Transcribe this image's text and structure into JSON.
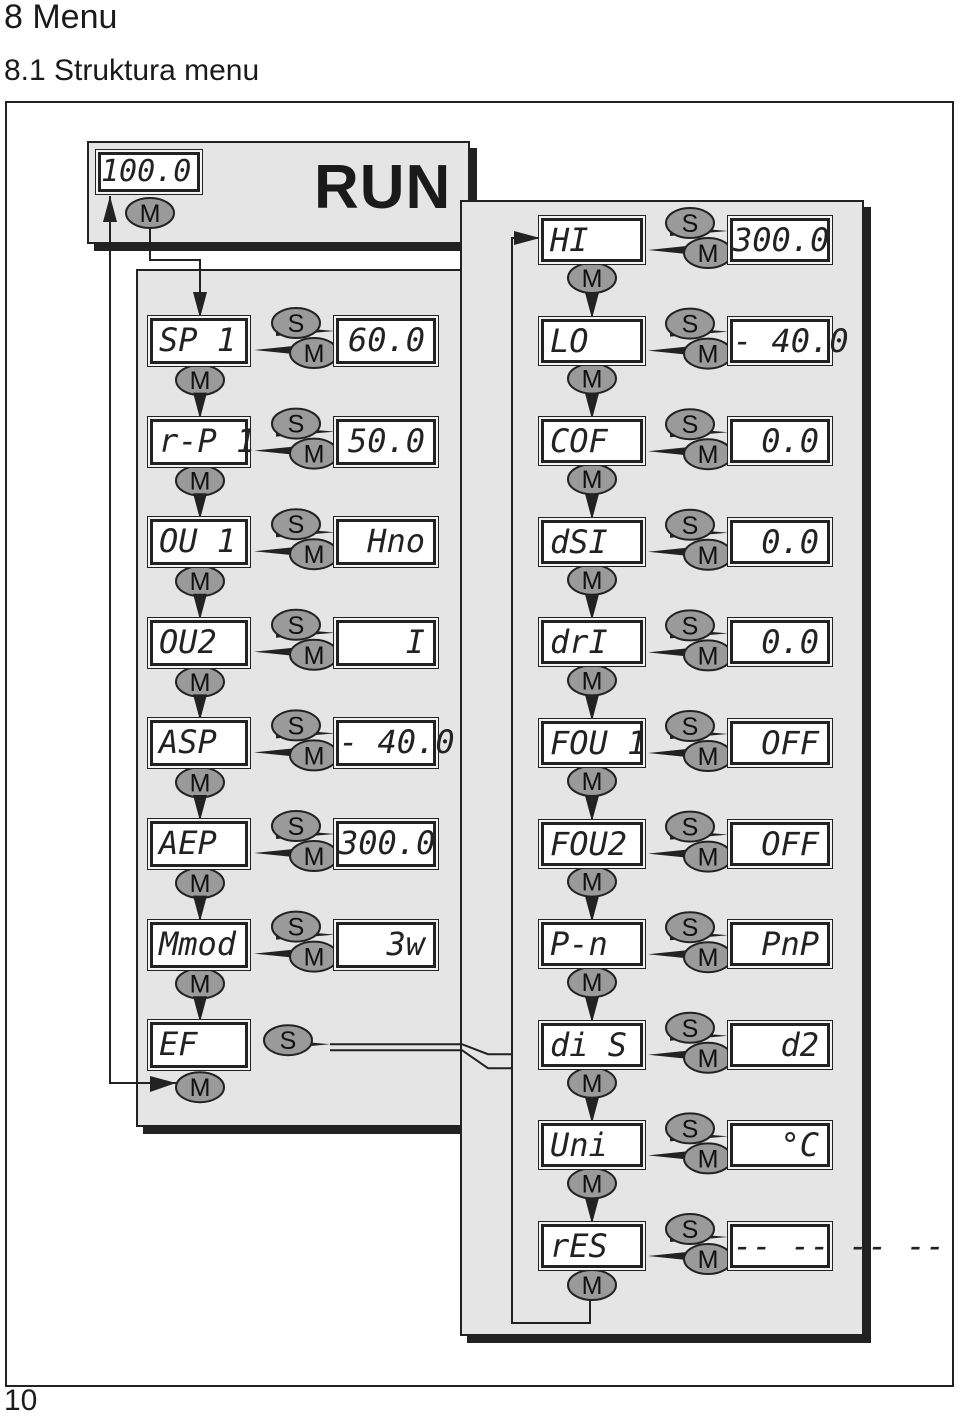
{
  "heading": {
    "chapter": "8  Menu",
    "section": "8.1  Struktura menu"
  },
  "page_number": "10",
  "run_panel": {
    "display": "100.0",
    "mode": "RUN"
  },
  "buttons": {
    "set": "S",
    "mode": "M"
  },
  "left_menu": [
    {
      "param": "SP 1",
      "value": "60.0"
    },
    {
      "param": "r-P 1",
      "value": "50.0"
    },
    {
      "param": "OU 1",
      "value": "Hno"
    },
    {
      "param": "OU2",
      "value": "I"
    },
    {
      "param": "ASP",
      "value": "- 40.0"
    },
    {
      "param": "AEP",
      "value": "300.0"
    },
    {
      "param": "Mmod",
      "value": "3w"
    },
    {
      "param": "EF"
    }
  ],
  "right_menu": [
    {
      "param": "HI",
      "value": "300.0"
    },
    {
      "param": "LO",
      "value": "- 40.0"
    },
    {
      "param": "COF",
      "value": "0.0"
    },
    {
      "param": "dSI",
      "value": "0.0"
    },
    {
      "param": "drI",
      "value": "0.0"
    },
    {
      "param": "FOU 1",
      "value": "OFF"
    },
    {
      "param": "FOU2",
      "value": "OFF"
    },
    {
      "param": "P-n",
      "value": "PnP"
    },
    {
      "param": "di S",
      "value": "d2"
    },
    {
      "param": "Uni",
      "value": "°C"
    },
    {
      "param": "rES",
      "value": "-- -- -- --"
    }
  ]
}
